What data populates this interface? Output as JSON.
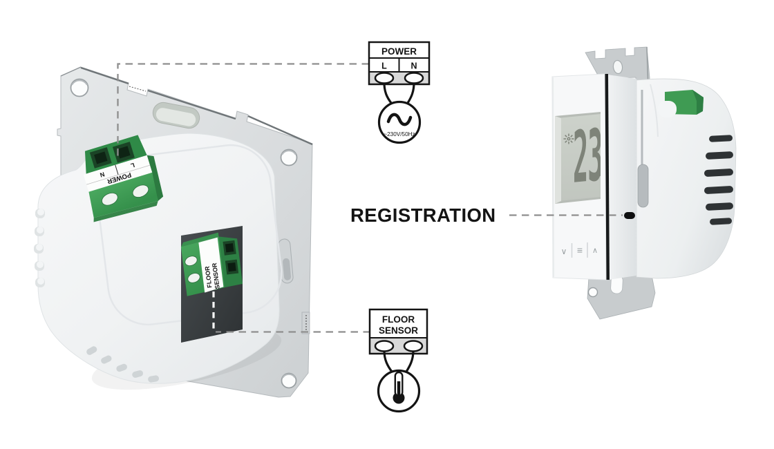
{
  "colors": {
    "background": "#ffffff",
    "terminal_green": "#3f9b53",
    "terminal_green_dark": "#2c7a40",
    "plate_gray": "#d9dcde",
    "bracket_gray": "#c8ccce",
    "lcd_gray": "#c7ccc5",
    "digit_gray": "#7e8379",
    "outline_black": "#141414",
    "leader_gray": "#8e8e8e"
  },
  "left_device": {
    "power_terminal": {
      "band_label": "POWER",
      "pin_left": "N",
      "pin_right": "L"
    },
    "floor_sensor_terminal": {
      "label_line1": "FLOOR",
      "label_line2": "SENSOR"
    }
  },
  "right_device": {
    "display": {
      "value": "23",
      "icon": "sun-icon"
    },
    "buttons": {
      "down": "∨",
      "menu": "≡",
      "up": "∧"
    }
  },
  "callouts": {
    "power": {
      "title": "POWER",
      "pin_left": "L",
      "pin_right": "N",
      "source_label": "~230V/50Hz",
      "icon": "ac-sine-icon"
    },
    "floor_sensor": {
      "title_line1": "FLOOR",
      "title_line2": "SENSOR",
      "icon": "thermometer-icon"
    },
    "registration": {
      "label": "REGISTRATION"
    }
  }
}
